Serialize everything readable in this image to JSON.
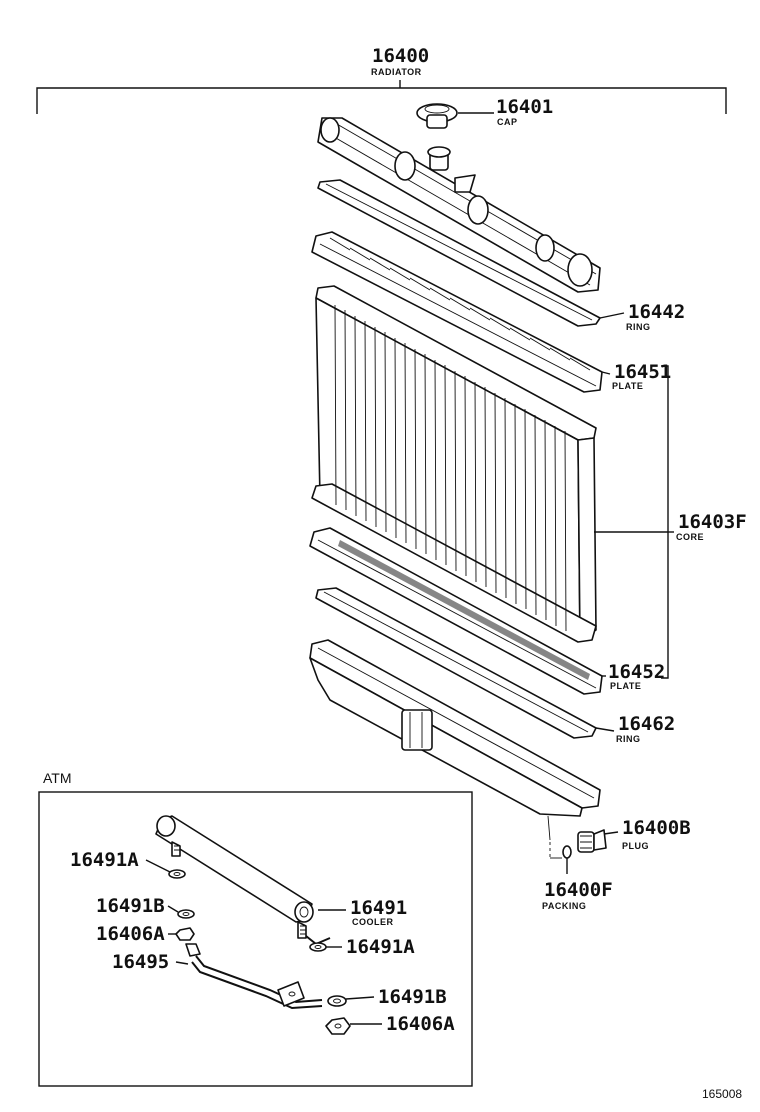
{
  "main": {
    "number": "16400",
    "name": "RADIATOR"
  },
  "parts": {
    "cap": {
      "number": "16401",
      "name": "CAP"
    },
    "upper_ring": {
      "number": "16442",
      "name": "RING"
    },
    "upper_plate": {
      "number": "16451",
      "name": "PLATE"
    },
    "core": {
      "number": "16403F",
      "name": "CORE"
    },
    "lower_plate": {
      "number": "16452",
      "name": "PLATE"
    },
    "lower_ring": {
      "number": "16462",
      "name": "RING"
    },
    "plug": {
      "number": "16400B",
      "name": "PLUG"
    },
    "packing": {
      "number": "16400F",
      "name": "PACKING"
    }
  },
  "atm": {
    "label": "ATM",
    "parts": {
      "washer_a_left": {
        "number": "16491A"
      },
      "washer_b_left": {
        "number": "16491B"
      },
      "nut_a_left": {
        "number": "16406A"
      },
      "pipe": {
        "number": "16495"
      },
      "cooler": {
        "number": "16491",
        "name": "COOLER"
      },
      "washer_a_right": {
        "number": "16491A"
      },
      "washer_b_right": {
        "number": "16491B"
      },
      "nut_a_right": {
        "number": "16406A"
      }
    }
  },
  "figure_number": "165008"
}
